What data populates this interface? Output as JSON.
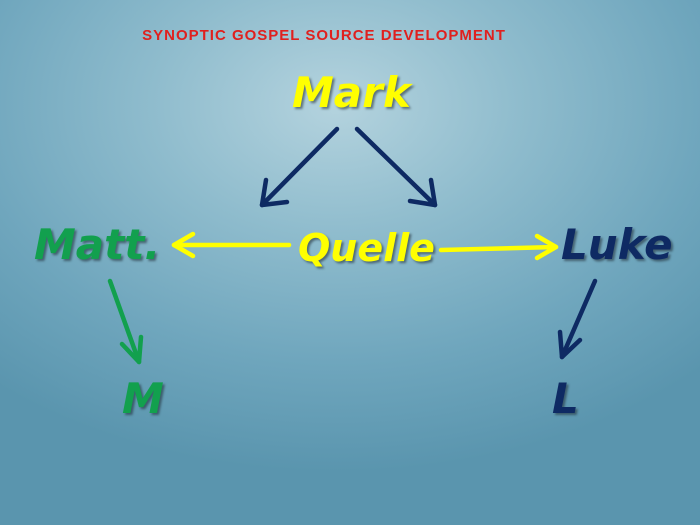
{
  "title": "SYNOPTIC GOSPEL SOURCE DEVELOPMENT",
  "nodes": {
    "mark": "Mark",
    "matt": "Matt.",
    "quelle": "Quelle",
    "luke": "Luke",
    "m": "M",
    "l": "L"
  },
  "colors": {
    "title": "#e0201e",
    "yellow": "#ffff00",
    "green": "#12a04e",
    "navy": "#0e2a63",
    "background": "#8fbccd"
  },
  "edges": [
    {
      "from": "mark",
      "to": "matt",
      "color": "navy"
    },
    {
      "from": "mark",
      "to": "luke",
      "color": "navy"
    },
    {
      "from": "quelle",
      "to": "matt",
      "color": "yellow"
    },
    {
      "from": "quelle",
      "to": "luke",
      "color": "yellow"
    },
    {
      "from": "matt",
      "to": "m",
      "color": "green"
    },
    {
      "from": "luke",
      "to": "l",
      "color": "navy"
    }
  ]
}
